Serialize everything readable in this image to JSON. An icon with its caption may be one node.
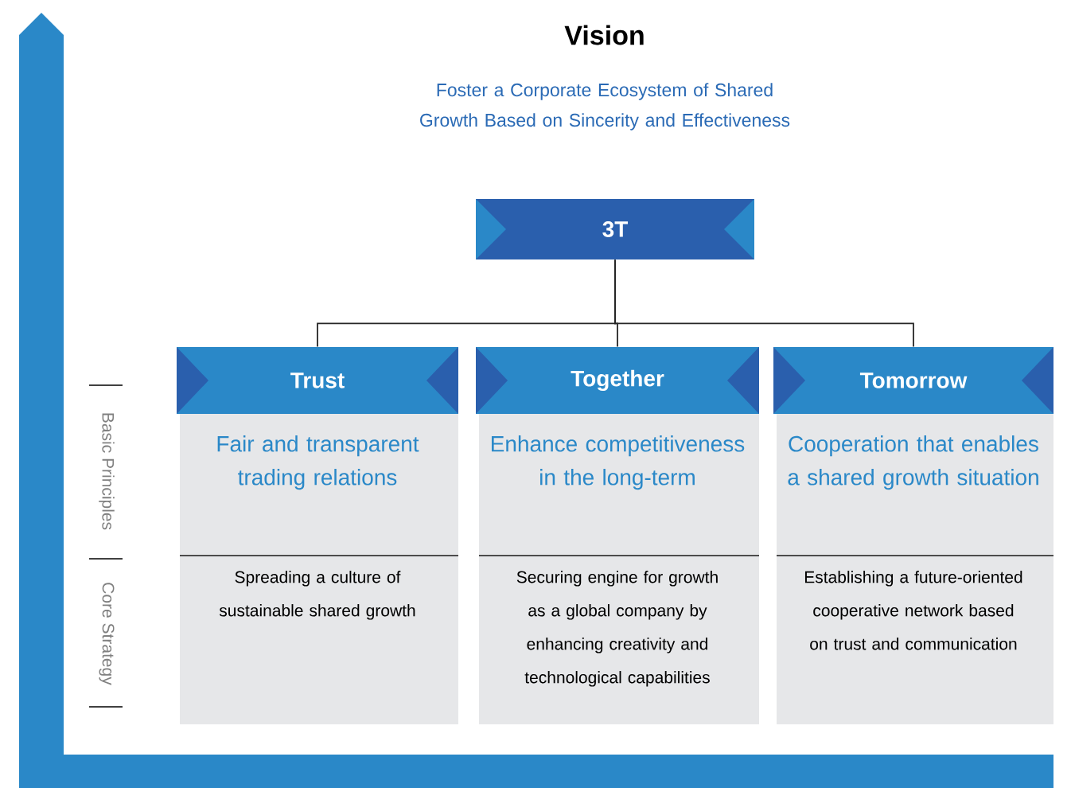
{
  "diagram": {
    "title": "Vision",
    "nodes": [
      {
        "text": [
          "3T"
        ]
      },
      {
        "text": [
          "Trust",
          "Fair and transparent trading relations",
          "Spreading a culture of sustainable shared growth"
        ]
      },
      {
        "text": [
          "Together",
          "Enhance competitiveness in the long-term",
          "Securing engine for growth as a global company by enhancing creativity and technological capabilities"
        ]
      },
      {
        "text": [
          "Tomorrow",
          "Cooperation that enables a shared growth situation",
          "Establishing a future-oriented cooperative network based on trust and communication"
        ]
      }
    ],
    "edges": [
      {
        "from": 0,
        "to": 1,
        "arrow": "none"
      },
      {
        "from": 0,
        "to": 2,
        "arrow": "none"
      },
      {
        "from": 0,
        "to": 3,
        "arrow": "none"
      }
    ],
    "labels": [
      "Foster a Corporate Ecosystem of Shared Growth Based on Sincerity and Effectiveness",
      "Basic Principles",
      "Core Strategy"
    ]
  }
}
